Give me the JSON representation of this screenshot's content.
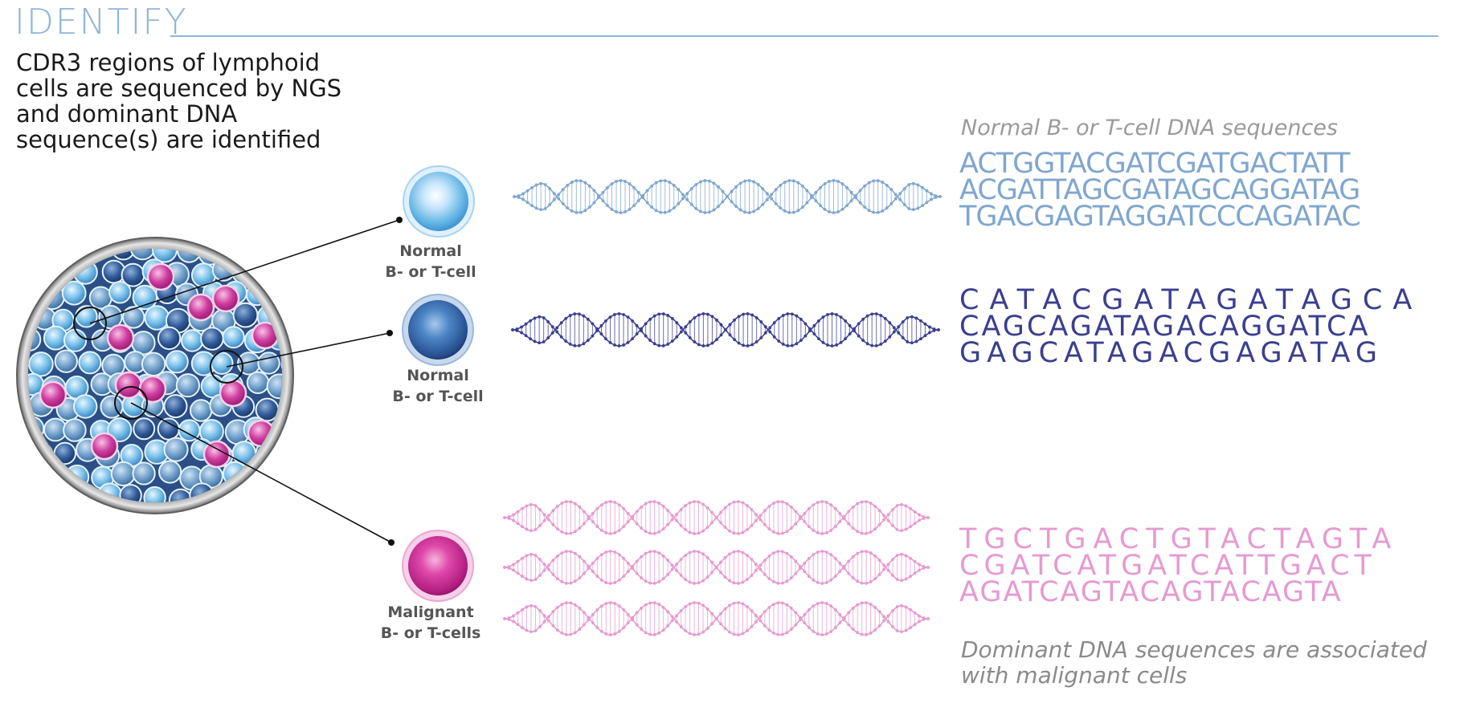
{
  "title": "IDENTIFY",
  "intro": [
    "CDR3 regions of lymphoid",
    "cells are sequenced by NGS",
    "and dominant DNA",
    "sequence(s) are identified"
  ],
  "cells": [
    {
      "name": "normal-light",
      "label1": "Normal",
      "label2": "B- or T-cell",
      "color": "#7cc0e8"
    },
    {
      "name": "normal-dark",
      "label1": "Normal",
      "label2": "B- or T-cell",
      "color": "#3f6fae"
    },
    {
      "name": "malignant",
      "label1": "Malignant",
      "label2": "B- or T-cells",
      "color": "#d9369e"
    }
  ],
  "captions": {
    "normal": "Normal B- or T-cell DNA sequences",
    "dominant_1": "Dominant DNA sequences are associated",
    "dominant_2": "with malignant cells"
  },
  "sequences": {
    "light": [
      "ACTGGTACGATCGATGACTATT",
      "ACGATTAGCGATAGCAGGATAG",
      "TGACGAGTAGGATCCCAGATAC"
    ],
    "dark": [
      "CATACGATAGATAGCA",
      "CAGCAGATAGACAGGATCA",
      "GAGCATAGACGAGATAG"
    ],
    "pink": [
      "TGCTGACTGTACTAGTA",
      "CGATCATGATCATTGACT",
      "AGATCAGTACAGTACAGTA"
    ]
  },
  "colors": {
    "light_blue": "#7fa6cf",
    "dark_blue": "#3b3f8f",
    "pink": "#e69ad1",
    "title_blue": "#8fb5d6"
  }
}
